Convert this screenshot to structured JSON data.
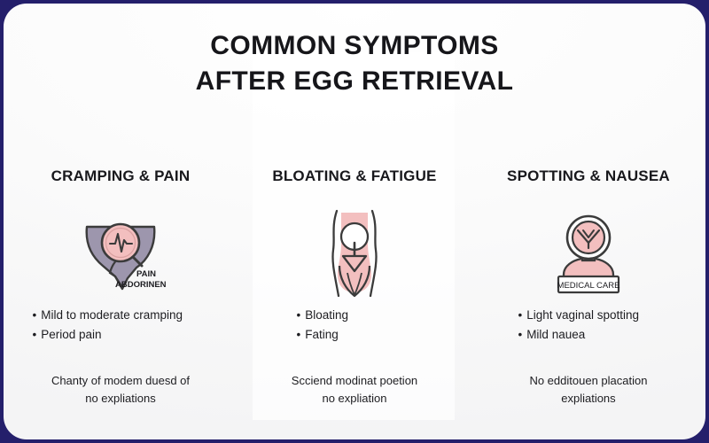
{
  "slide": {
    "title_line_1": "COMMON SYMPTOMS",
    "title_line_2": "AFTER EGG RETRIEVAL",
    "background_color": "#241f6b",
    "card_color": "#f7f7f8",
    "text_color": "#18181c",
    "accent_pink": "#f3bfbf",
    "accent_purple": "#9d96ad",
    "outline_color": "#3b3b3b"
  },
  "columns": [
    {
      "heading": "CRAMPING & PAIN",
      "icon": "uterus-heartbeat-icon",
      "icon_label_line_1": "PAIN",
      "icon_label_line_2": "ABDORINEN",
      "bullets": [
        "Mild to moderate cramping",
        "Period pain"
      ],
      "caption_line_1": "Chanty of modem duesd of",
      "caption_line_2": "no expliations"
    },
    {
      "heading": "BLOATING & FATIGUE",
      "icon": "bloated-abdomen-arrow-icon",
      "bullets": [
        "Bloating",
        "Fating"
      ],
      "caption_line_1": "Scciend modinat poetion",
      "caption_line_2": "no expliation"
    },
    {
      "heading": "SPOTTING & NAUSEA",
      "icon": "medical-care-person-icon",
      "icon_label": "MEDICAL CARE",
      "bullets": [
        "Light vaginal spotting",
        "Mild nauea"
      ],
      "caption_line_1": "No edditouen placation",
      "caption_line_2": "expliations"
    }
  ],
  "bullet_glyph": "•"
}
